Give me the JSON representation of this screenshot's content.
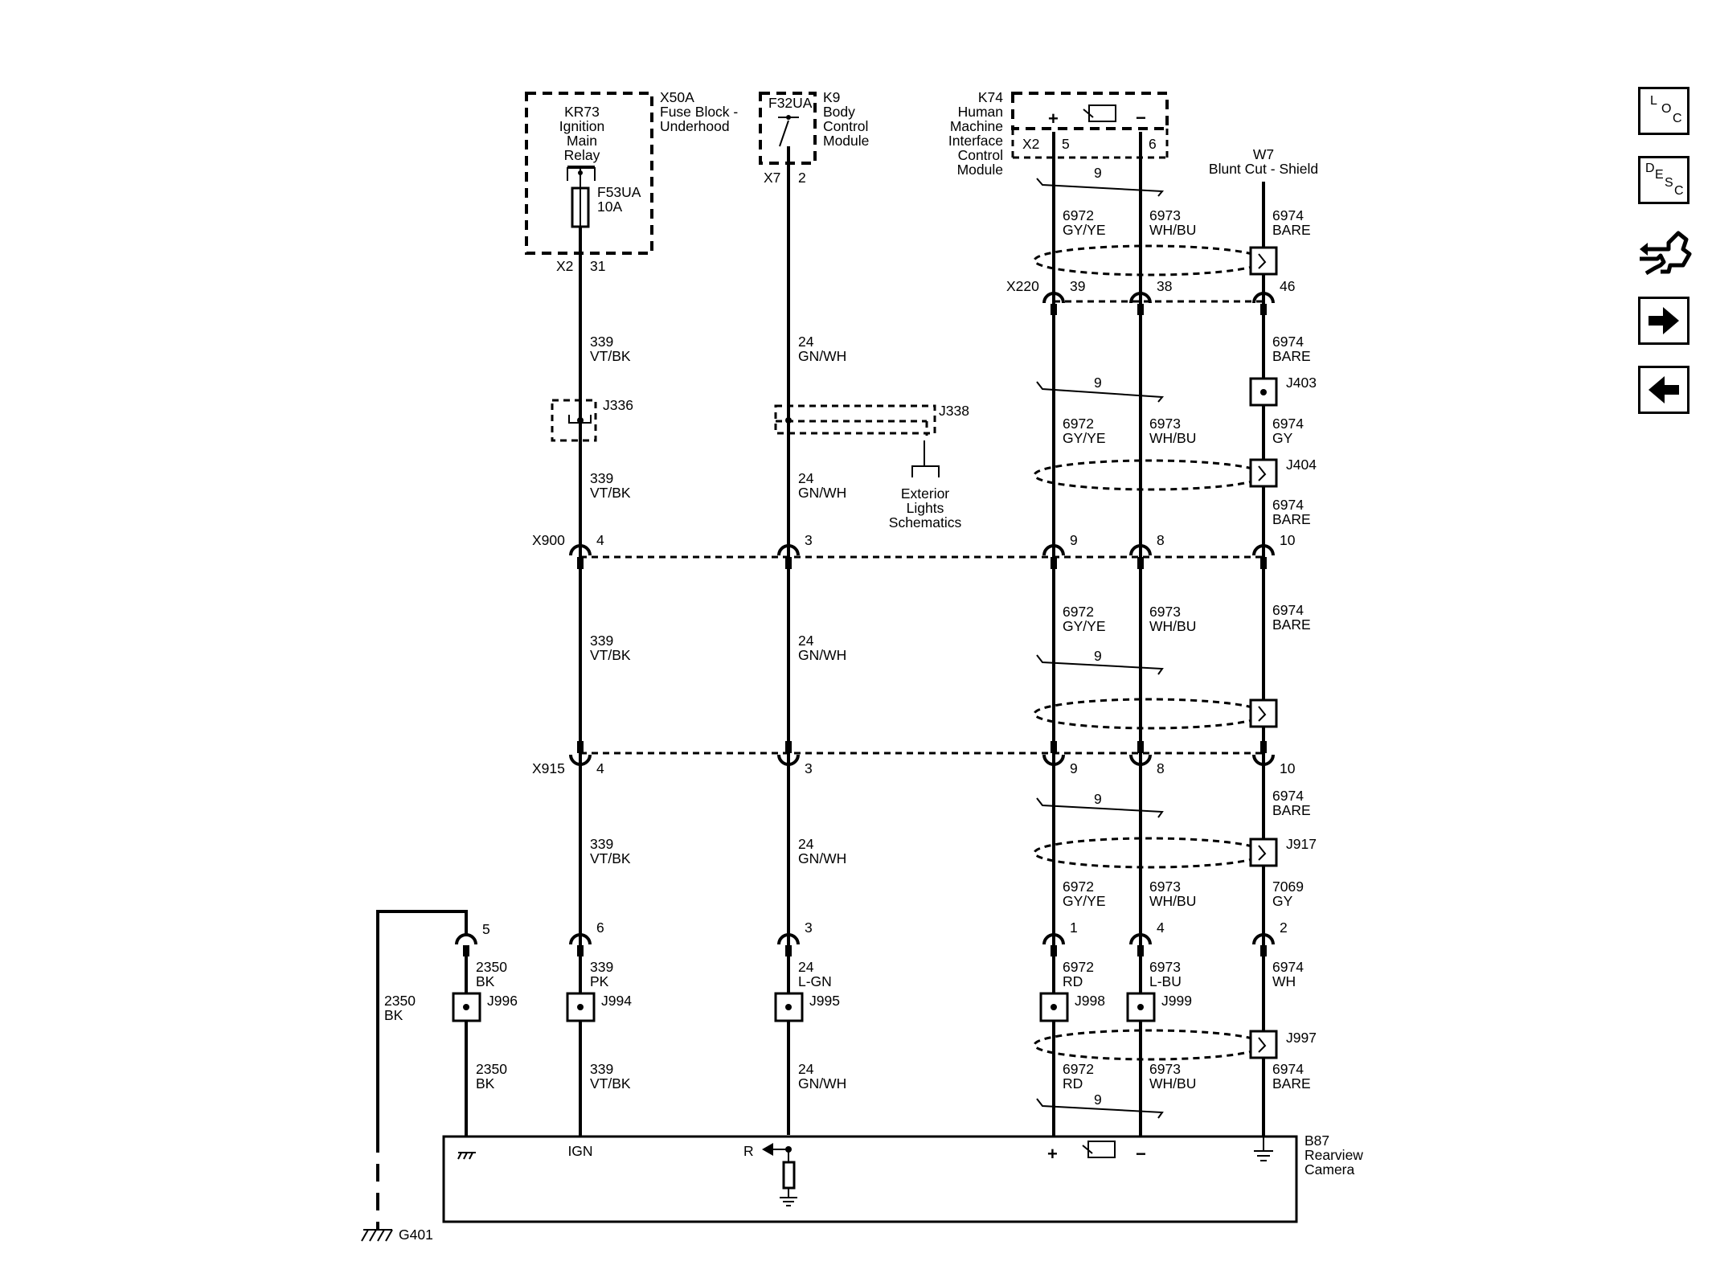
{
  "components": {
    "x50a": {
      "id": "X50A",
      "line1": "Fuse Block -",
      "line2": "Underhood"
    },
    "kr73": {
      "line1": "KR73",
      "line2": "Ignition",
      "line3": "Main",
      "line4": "Relay"
    },
    "f53ua": {
      "id": "F53UA",
      "rating": "10A"
    },
    "k9": {
      "id": "K9",
      "line1": "Body",
      "line2": "Control",
      "line3": "Module",
      "fuse": "F32UA"
    },
    "k74": {
      "id": "K74",
      "line1": "Human",
      "line2": "Machine",
      "line3": "Interface",
      "line4": "Control",
      "line5": "Module"
    },
    "w7": {
      "id": "W7",
      "desc": "Blunt Cut - Shield"
    },
    "exterior_lights": {
      "line1": "Exterior",
      "line2": "Lights",
      "line3": "Schematics"
    },
    "b87": {
      "id": "B87",
      "line1": "Rearview",
      "line2": "Camera",
      "pin_ign": "IGN",
      "pin_r": "R",
      "pin_plus": "+",
      "pin_minus": "−"
    },
    "g401": {
      "id": "G401"
    }
  },
  "connectors": {
    "x2_fuse": {
      "id": "X2",
      "pin": "31"
    },
    "x7": {
      "id": "X7",
      "pin": "2"
    },
    "x2_k74": {
      "id": "X2",
      "pin_a": "5",
      "pin_b": "6"
    },
    "x220": {
      "id": "X220",
      "pins": [
        "39",
        "38",
        "46"
      ]
    },
    "x900": {
      "id": "X900",
      "pins": [
        "4",
        "3",
        "9",
        "8",
        "10"
      ]
    },
    "x915": {
      "id": "X915",
      "pins": [
        "4",
        "3",
        "9",
        "8",
        "10"
      ]
    },
    "camera": {
      "pins": [
        "5",
        "6",
        "3",
        "1",
        "4",
        "2"
      ]
    }
  },
  "splices": [
    "J336",
    "J338",
    "J403",
    "J404",
    "J917",
    "J996",
    "J994",
    "J995",
    "J998",
    "J999",
    "J997"
  ],
  "twist_label": "9",
  "wires": {
    "c339": {
      "n": "339",
      "vt": "VT/BK",
      "pk": "PK"
    },
    "c24": {
      "n": "24",
      "gw": "GN/WH",
      "lgn": "L-GN"
    },
    "c6972": {
      "n": "6972",
      "gy": "GY/YE",
      "rd": "RD"
    },
    "c6973": {
      "n": "6973",
      "wb": "WH/BU",
      "lbu": "L-BU"
    },
    "c6974": {
      "n": "6974",
      "bare": "BARE",
      "gy": "GY",
      "wh": "WH"
    },
    "c7069": {
      "n": "7069",
      "gy": "GY"
    },
    "c2350": {
      "n": "2350",
      "bk": "BK"
    }
  },
  "nav": {
    "loc": {
      "l1": "L",
      "l2": "O",
      "l3": "C"
    },
    "desc": {
      "l1": "D",
      "l2": "E",
      "l3": "S",
      "l4": "C"
    },
    "icons": [
      "connector-icon",
      "next-arrow-icon",
      "prev-arrow-icon"
    ]
  }
}
